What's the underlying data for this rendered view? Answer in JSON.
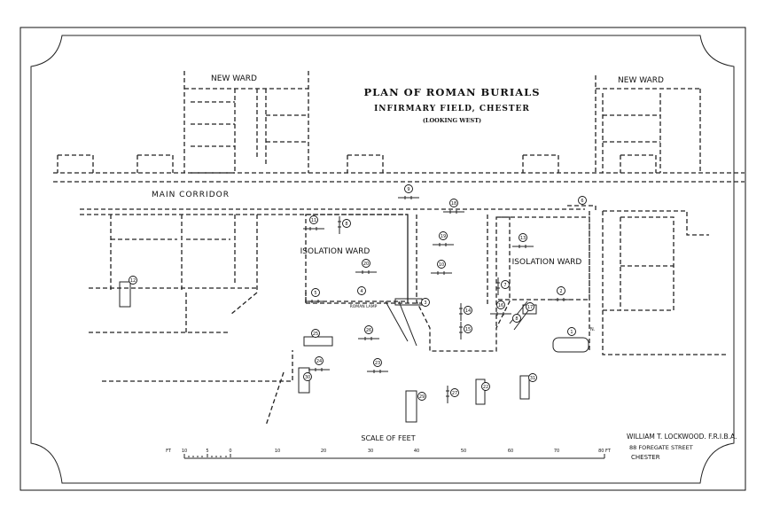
{
  "title": "PLAN OF ROMAN BURIALS",
  "subtitle": "INFIRMARY FIELD, CHESTER",
  "orientation": "(LOOKING WEST)",
  "labels": {
    "new_ward_left": "NEW WARD",
    "new_ward_right": "NEW WARD",
    "main_corridor": "MAIN CORRIDOR",
    "isolation_ward_left": "ISOLATION WARD",
    "isolation_ward_right": "ISOLATION WARD",
    "roman_lamp": "ROMAN LAMP",
    "north": "N."
  },
  "burials": [
    "9",
    "18",
    "6",
    "11",
    "8",
    "19",
    "13",
    "20",
    "10",
    "7",
    "5",
    "4",
    "3",
    "2",
    "16",
    "17",
    "14",
    "15",
    "8",
    "12",
    "25",
    "26",
    "24",
    "23",
    "1",
    "30",
    "31",
    "22",
    "27",
    "29"
  ],
  "scale": {
    "title": "SCALE OF FEET",
    "ticks": [
      "FT",
      "10",
      "5",
      "0",
      "10",
      "20",
      "30",
      "40",
      "50",
      "60",
      "70",
      "80 FT"
    ]
  },
  "signature": {
    "name": "WILLIAM T. LOCKWOOD. F.R.I.B.A.",
    "address": "88 FOREGATE   STREET",
    "city": "CHESTER"
  }
}
